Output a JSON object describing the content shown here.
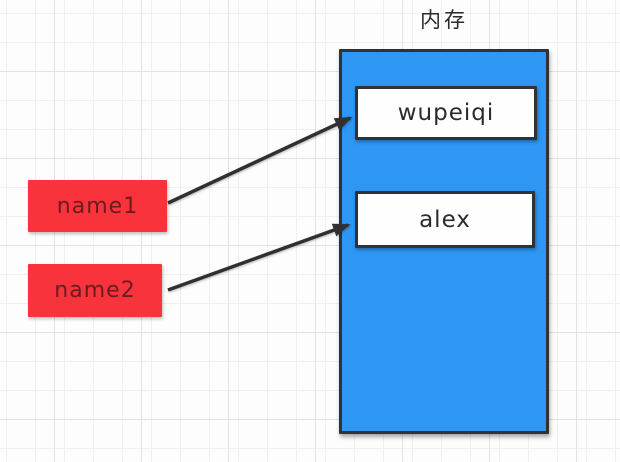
{
  "diagram": {
    "title": "内存",
    "memory": {
      "label": "内存",
      "values": [
        {
          "label": "wupeiqi"
        },
        {
          "label": "alex"
        }
      ]
    },
    "variables": [
      {
        "label": "name1"
      },
      {
        "label": "name2"
      }
    ],
    "edges": [
      {
        "from": "name1",
        "to": "wupeiqi"
      },
      {
        "from": "name2",
        "to": "alex"
      }
    ],
    "colors": {
      "memory_fill": "#2E96F3",
      "value_fill": "#FEFEFE",
      "variable_fill": "#F8333B",
      "variable_text": "#6D1B20",
      "box_border": "#2F3337",
      "arrow": "#303030",
      "grid_minor": "#F0F0F0",
      "grid_major": "#E2E2E2",
      "background": "#FDFDFD"
    }
  }
}
